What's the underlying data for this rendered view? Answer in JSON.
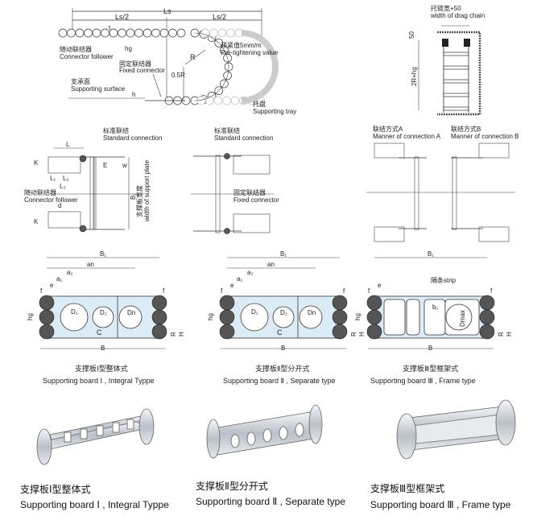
{
  "top_diagram": {
    "ls": "Ls",
    "ls_half_left": "Ls/2",
    "ls_half_right": "Ls/2",
    "t": "t",
    "hg": "hg",
    "follower_cn": "随动联结器",
    "follower_en": "Connector follower",
    "fixed_cn": "固定联结器",
    "fixed_en": "Fixed connector",
    "surface_cn": "支承面",
    "surface_en": "Supporting surface",
    "h": "h",
    "r": "R",
    "half_r": "0.5R",
    "pretight_cn": "预紧值5mm/m",
    "pretight_en": "Pre-tightening value",
    "tray_cn": "托盘",
    "tray_en": "Supporting tray"
  },
  "tray_diagram": {
    "width_cn": "托链宽+50",
    "width_en": "width of drag chain",
    "fifty": "50",
    "height": "2R+hg"
  },
  "connections": {
    "left": {
      "title_cn": "标准联结",
      "title_en": "Standard connection",
      "L": "L",
      "K1": "K",
      "K2": "K",
      "L1": "L₁",
      "L2": "L₂",
      "L3": "L₃",
      "d": "d",
      "E": "E",
      "w": "w",
      "B1": "B₁",
      "plate_cn": "支撑板宽度",
      "plate_en": "width of support plate",
      "follower_cn": "随动联结器",
      "follower_en": "Connector follower"
    },
    "middle": {
      "title_cn": "标准联结",
      "title_en": "Standard connection",
      "fixed_cn": "固定联结器",
      "fixed_en": "Fixed connector"
    },
    "right": {
      "a_cn": "联结方式A",
      "a_en": "Manner of connection A",
      "b_cn": "联结方式B",
      "b_en": "Manner of connection B"
    }
  },
  "boards": [
    {
      "B1": "B₁",
      "an": "an",
      "a2": "a₂",
      "a1": "a₁",
      "e": "e",
      "f1": "f",
      "f2": "f",
      "D1": "D₁",
      "D2": "D₂",
      "Dn": "Dn",
      "C": "C",
      "hg": "hg",
      "R": "R",
      "H": "H",
      "B": "B",
      "caption_cn": "支撑板Ⅰ型整体式",
      "caption_en": "Supporting board Ⅰ , Integral Typpe"
    },
    {
      "B1": "B₁",
      "an": "an",
      "a2": "a₂",
      "a1": "a₁",
      "e": "e",
      "f1": "f",
      "f2": "f",
      "D1": "D₁",
      "D2": "D₂",
      "Dn": "Dn",
      "C": "C",
      "hg": "hg",
      "R": "R",
      "H": "H",
      "B": "B",
      "caption_cn": "支撑板Ⅱ型分开式",
      "caption_en": "Supporting board Ⅱ , Separate type"
    },
    {
      "B1": "B₁",
      "e": "e",
      "f1": "f",
      "f2": "f",
      "strip": "隔条strip",
      "b1": "b₁",
      "Dmax": "Dmax",
      "hg": "hg",
      "R": "R",
      "H": "H",
      "B": "B",
      "caption_cn": "支撑板Ⅲ型框架式",
      "caption_en": "Supporting board Ⅲ , Frame type"
    }
  ],
  "photos": [
    {
      "caption_cn": "支撑板Ⅰ型整体式",
      "caption_en": "Supporting board Ⅰ , Integral Typpe"
    },
    {
      "caption_cn": "支撑板Ⅱ型分开式",
      "caption_en": "Supporting board Ⅱ , Separate type"
    },
    {
      "caption_cn": "支撑板Ⅲ型框架式",
      "caption_en": "Supporting board Ⅲ , Frame type"
    }
  ]
}
